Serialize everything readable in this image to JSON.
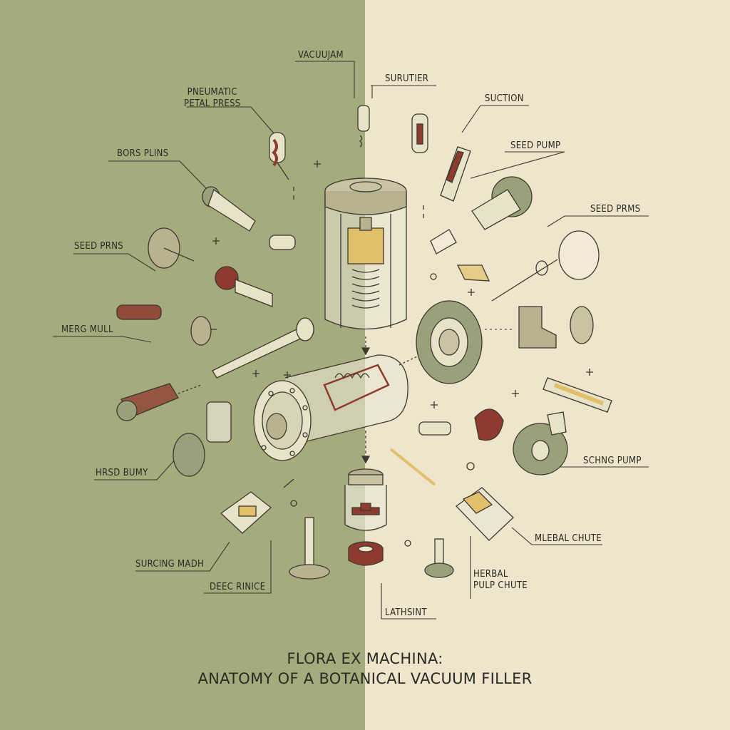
{
  "labels": {
    "vacuujam": "VACUUJAM",
    "pneumatic": [
      "PNEUMATIC",
      "PETAL PRESS"
    ],
    "bors_plins": "BORS PLINS",
    "seed_prns_left": "SEED PRNS",
    "merg_mull": "MERG MULL",
    "hrsd_bumy": "HRSD BUMY",
    "surcing_madh": "SURCING MADH",
    "deec_rinice": "DEEC RINICE",
    "surutier": "SURUTIER",
    "suction": "SUCTION",
    "seed_pump": "SEED PUMP",
    "seed_prms": "SEED PRMS",
    "schng_pump": "SCHNG PUMP",
    "mlebal_chute": "MLEBAL CHUTE",
    "herbal_pulp": [
      "HERBAL",
      "PULP CHUTE"
    ],
    "lathsint": "LATHSINT"
  },
  "title": {
    "line1": "FLORA EX MACHINA:",
    "line2": "ANATOMY OF A BOTANICAL VACUUM FILLER"
  },
  "colors": {
    "left_bg": "#a5ab7c",
    "right_bg": "#efe4cc",
    "ink": "#3a3a2e",
    "metal": "#e8e2c8",
    "olive_part": "#9aa07a",
    "rust": "#8f3a2e",
    "honey": "#e2bf6a"
  }
}
